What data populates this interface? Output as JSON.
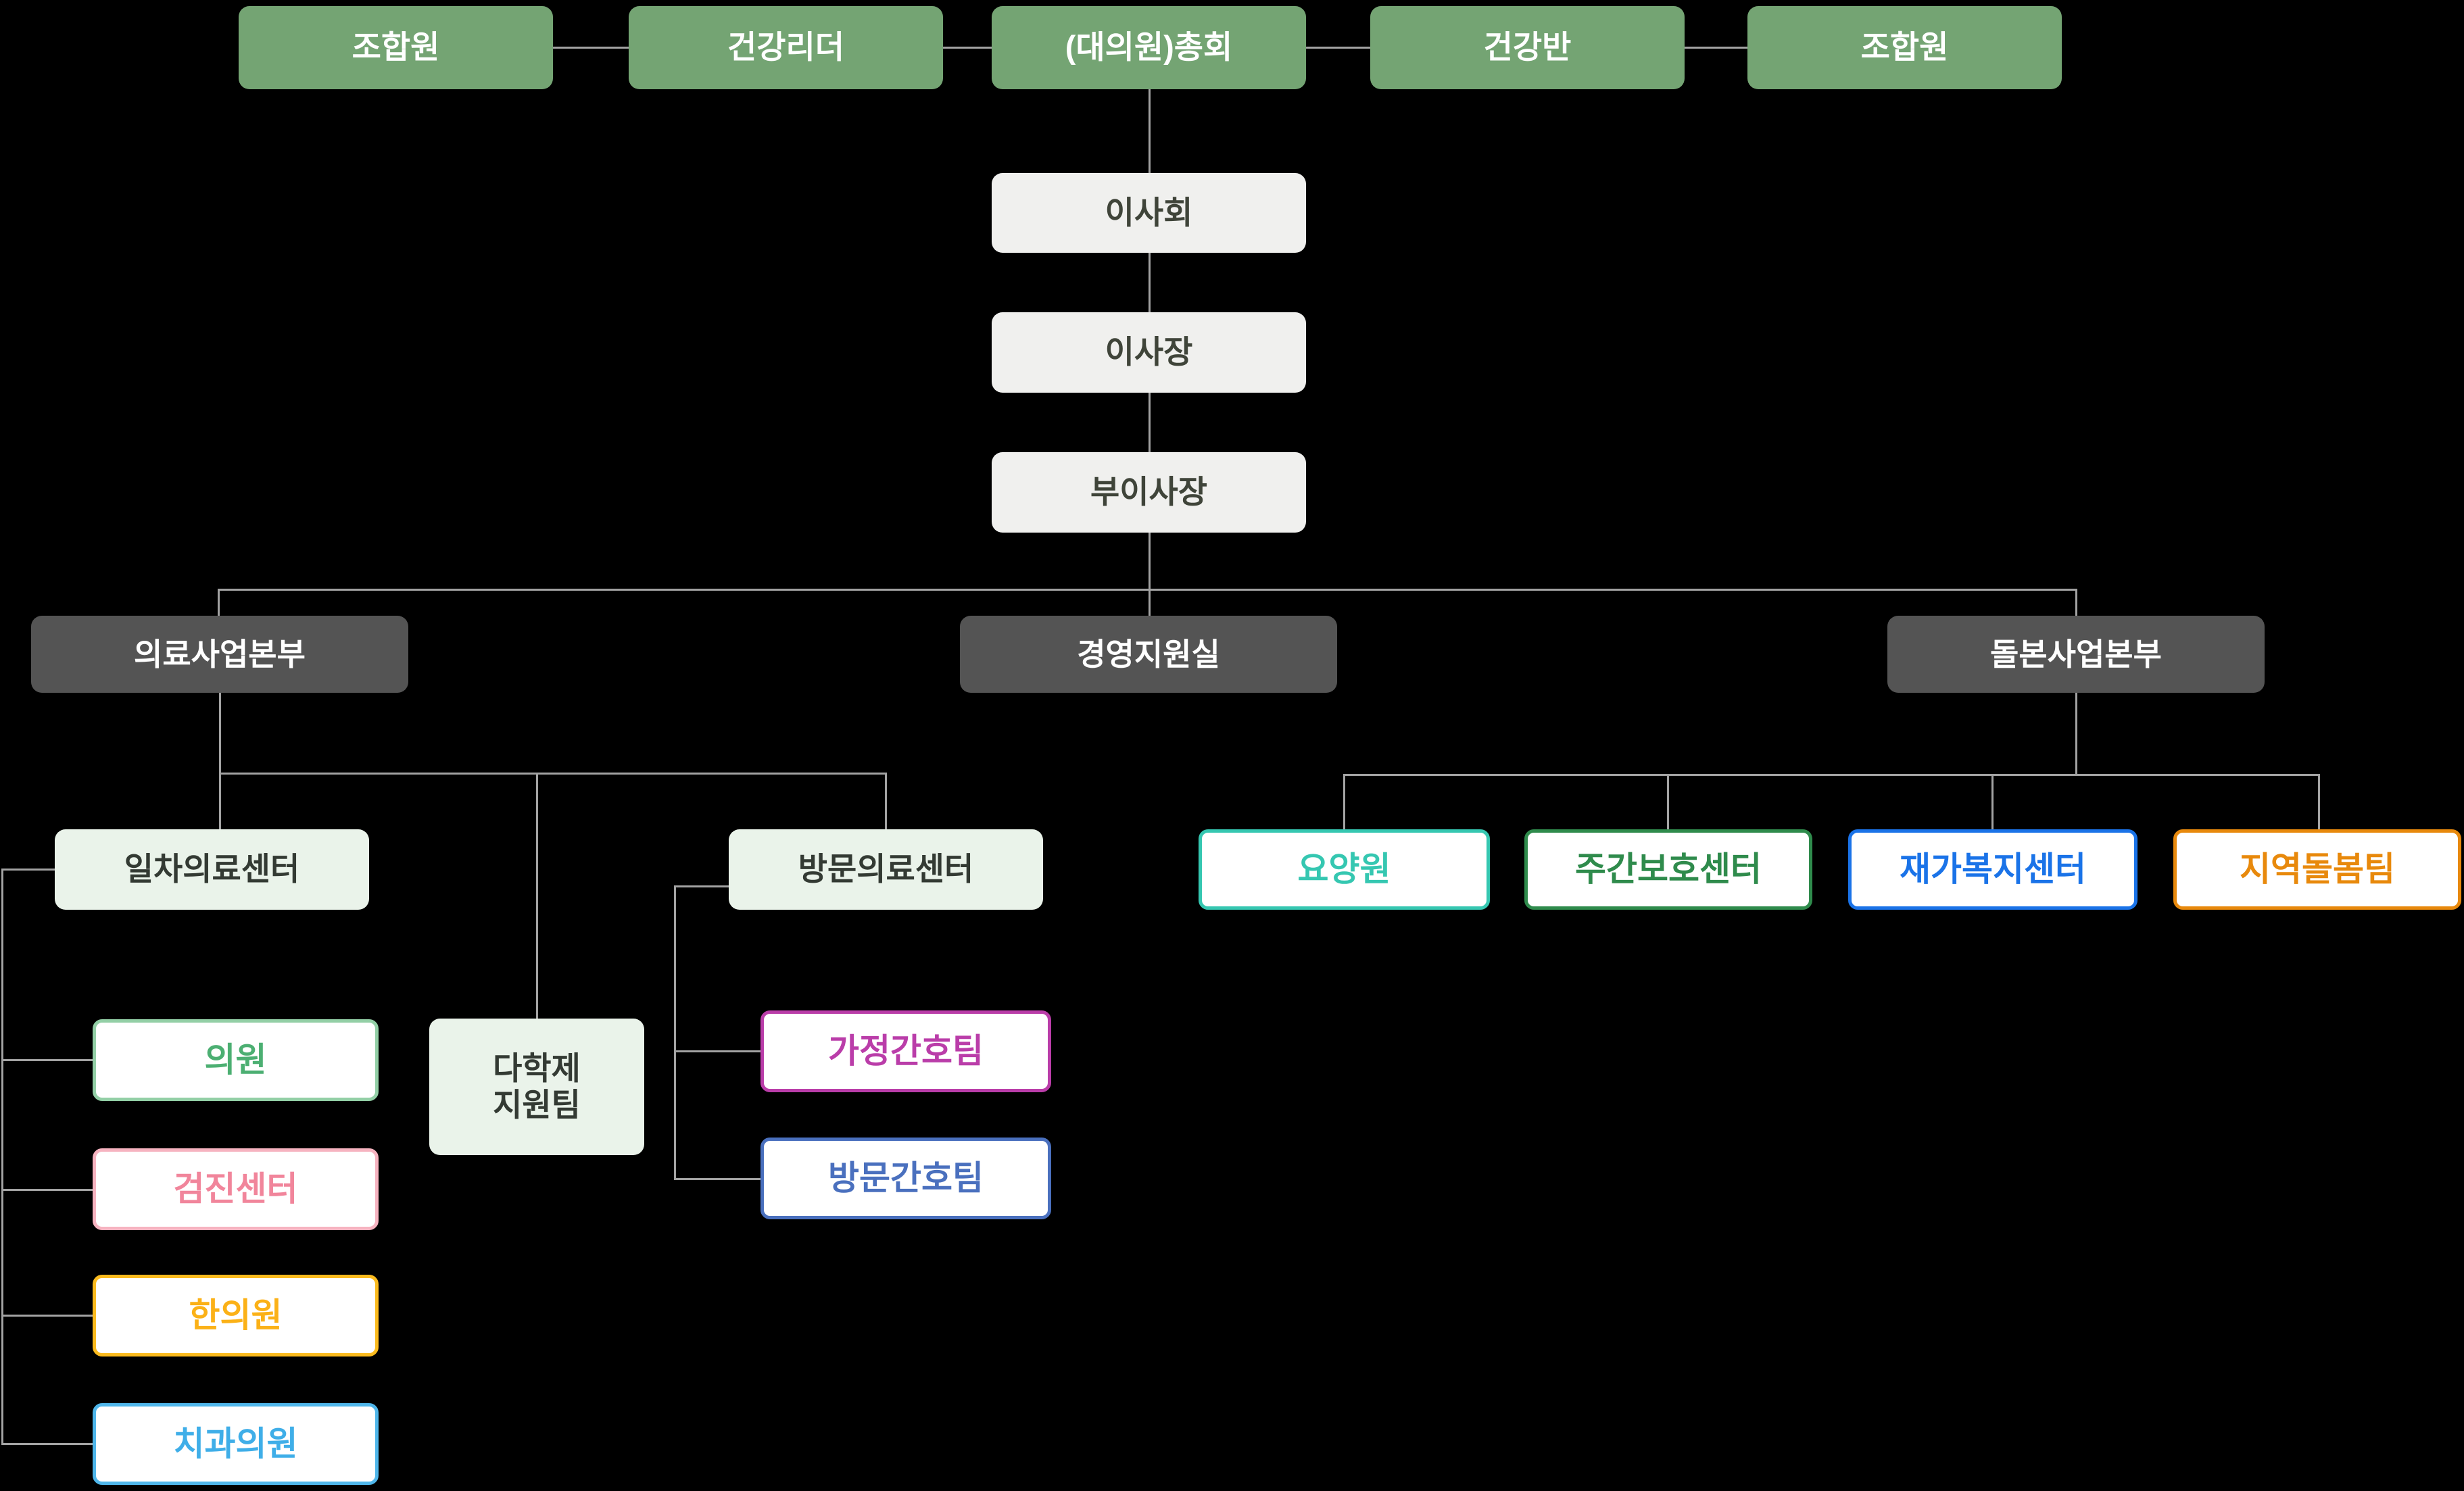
{
  "diagram": {
    "type": "organization-chart",
    "background": "#000000",
    "line_color": "#A3A3A3"
  },
  "colors": {
    "header_green": "#74A473",
    "light_gray_box": "#F0F0EE",
    "dark_gray_box": "#545454",
    "pale_green_box": "#EAF3EA",
    "clinic_green": "#4CAF72",
    "checkup_pink": "#F1859B",
    "korean_med_amber": "#FBB117",
    "dental_blue": "#3FAEE8",
    "home_nursing_magenta": "#BA3DA9",
    "visiting_nursing_blue": "#4A70BE",
    "nursing_home_teal": "#35C7B1",
    "day_care_green": "#2F8B4C",
    "home_welfare_blue": "#1A73E8",
    "community_care_orange": "#E8890C"
  },
  "nodes": {
    "member_left": {
      "label": "조합원"
    },
    "health_leader": {
      "label": "건강리더"
    },
    "general_assembly": {
      "label": "(대의원)총회"
    },
    "health_group": {
      "label": "건강반"
    },
    "member_right": {
      "label": "조합원"
    },
    "board_of_directors": {
      "label": "이사회"
    },
    "chairman": {
      "label": "이사장"
    },
    "vice_chairman": {
      "label": "부이사장"
    },
    "medical_division": {
      "label": "의료사업본부"
    },
    "management_support_office": {
      "label": "경영지원실"
    },
    "care_division": {
      "label": "돌본사업본부"
    },
    "primary_care_center": {
      "label": "일차의료센터"
    },
    "multidisciplinary_support_team": {
      "line1": "다학제",
      "line2": "지원팀"
    },
    "visiting_care_center": {
      "label": "방문의료센터"
    },
    "clinic": {
      "label": "의원"
    },
    "checkup_center": {
      "label": "검진센터"
    },
    "korean_medicine_clinic": {
      "label": "한의원"
    },
    "dental_clinic": {
      "label": "치과의원"
    },
    "home_nursing_team": {
      "label": "가정간호팀"
    },
    "visiting_nursing_team": {
      "label": "방문간호팀"
    },
    "nursing_home": {
      "label": "요양원"
    },
    "day_care_center": {
      "label": "주간보호센터"
    },
    "home_welfare_center": {
      "label": "재가복지센터"
    },
    "community_care_team": {
      "label": "지역돌봄팀"
    }
  },
  "hierarchy": {
    "top_chain": [
      "조합원",
      "건강리더",
      "(대의원)총회",
      "건강반",
      "조합원"
    ],
    "governance_chain": [
      "(대의원)총회",
      "이사회",
      "이사장",
      "부이사장"
    ],
    "divisions_under_vice_chairman": [
      "의료사업본부",
      "경영지원실",
      "돌본사업본부"
    ],
    "medical_division_children": [
      "일차의료센터",
      "다학제 지원팀",
      "방문의료센터"
    ],
    "primary_care_center_children": [
      "의원",
      "검진센터",
      "한의원",
      "치과의원"
    ],
    "visiting_care_center_children": [
      "가정간호팀",
      "방문간호팀"
    ],
    "care_division_children": [
      "요양원",
      "주간보호센터",
      "재가복지센터",
      "지역돌봄팀"
    ]
  }
}
